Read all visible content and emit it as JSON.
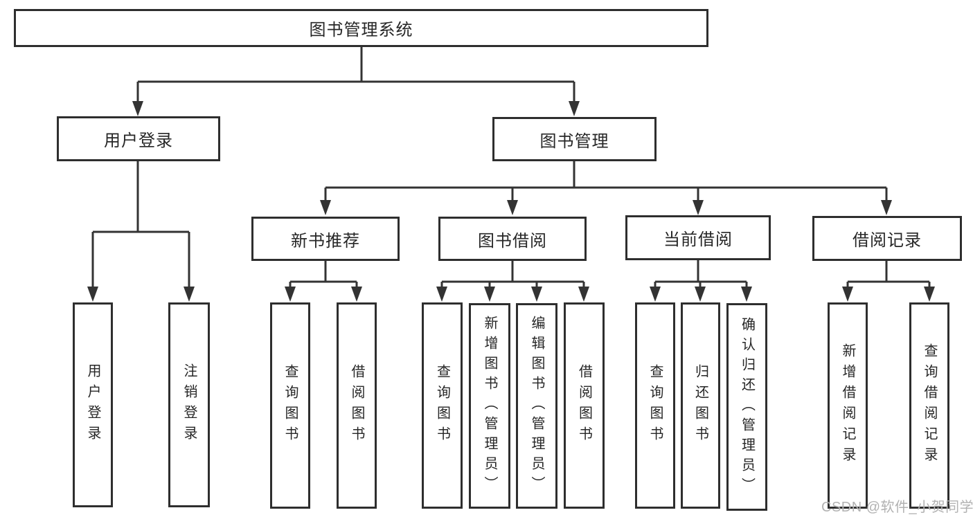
{
  "tree": {
    "root": "图书管理系统",
    "branches": [
      {
        "label": "用户登录",
        "children": [
          "用户登录",
          "注销登录"
        ]
      },
      {
        "label": "图书管理",
        "sections": [
          {
            "label": "新书推荐",
            "children": [
              "查询图书",
              "借阅图书"
            ]
          },
          {
            "label": "图书借阅",
            "children": [
              "查询图书",
              "新增图书（管理员）",
              "编辑图书（管理员）",
              "借阅图书"
            ]
          },
          {
            "label": "当前借阅",
            "children": [
              "查询图书",
              "归还图书",
              "确认归还（管理员）"
            ]
          },
          {
            "label": "借阅记录",
            "children": [
              "新增借阅记录",
              "查询借阅记录"
            ]
          }
        ]
      }
    ]
  },
  "watermark": "CSDN @软件_小贺同学",
  "colors": {
    "line": "#333333",
    "box_border": "#2e2e2e",
    "text": "#262626",
    "watermark": "#b2b2b2",
    "background": "#ffffff"
  }
}
